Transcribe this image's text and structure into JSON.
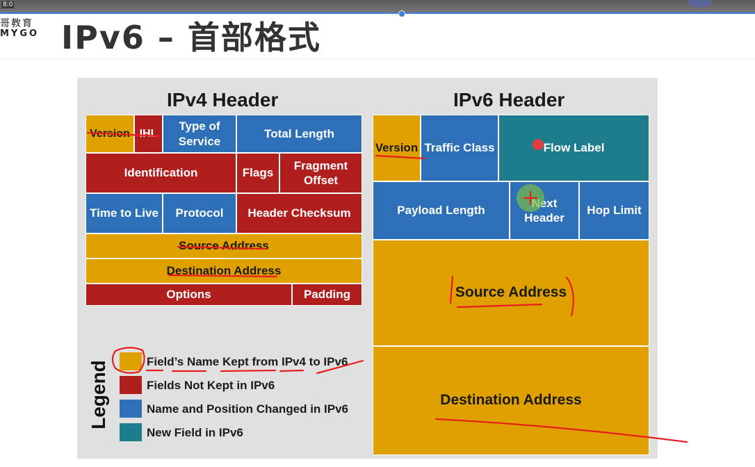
{
  "player": {
    "counter": "8:0"
  },
  "logo": {
    "cn": "哥教育",
    "en": "MYGO"
  },
  "slide": {
    "title": "IPv6 – 首部格式"
  },
  "colors": {
    "kept": "#e0a000",
    "not_kept": "#b01e1e",
    "changed": "#2d70b8",
    "new": "#1d7d8d",
    "annotation": "#e81d1d"
  },
  "ipv4": {
    "title": "IPv4 Header",
    "fields": {
      "version": "Version",
      "ihl": "IHL",
      "type_of_service": "Type of Service",
      "total_length": "Total Length",
      "identification": "Identification",
      "flags": "Flags",
      "fragment_offset": "Fragment Offset",
      "time_to_live": "Time to Live",
      "protocol": "Protocol",
      "header_checksum": "Header Checksum",
      "source_address": "Source Address",
      "destination_address": "Destination Address",
      "options": "Options",
      "padding": "Padding"
    }
  },
  "ipv6": {
    "title": "IPv6 Header",
    "fields": {
      "version": "Version",
      "traffic_class": "Traffic Class",
      "flow_label": "Flow Label",
      "payload_length": "Payload Length",
      "next_header": "Next Header",
      "hop_limit": "Hop Limit",
      "source_address": "Source Address",
      "destination_address": "Destination Address"
    }
  },
  "legend": {
    "title": "Legend",
    "items": [
      {
        "label": "Field’s Name Kept from IPv4 to IPv6",
        "color": "#e0a000"
      },
      {
        "label": "Fields Not Kept in IPv6",
        "color": "#b01e1e"
      },
      {
        "label": "Name and Position Changed in IPv6",
        "color": "#2d70b8"
      },
      {
        "label": "New Field in IPv6",
        "color": "#1d7d8d"
      }
    ]
  }
}
